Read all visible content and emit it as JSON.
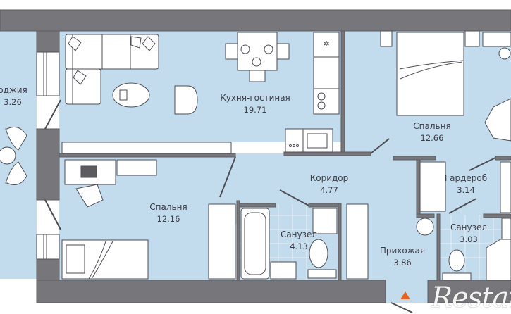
{
  "plan": {
    "colors": {
      "floor": "#c3dced",
      "wall": "#77777b",
      "furniture": "#ffffff",
      "outline": "#4d4d55",
      "text": "#3c3c46",
      "entry_marker": "#e8641e",
      "tile_line": "#e7f1f8"
    },
    "rooms": [
      {
        "id": "loggia",
        "name": "Лоджия",
        "visible_name": "оджия",
        "area": "3.26"
      },
      {
        "id": "kitchen-living",
        "name": "Кухня-гостиная",
        "area": "19.71"
      },
      {
        "id": "bedroom-1",
        "name": "Спальня",
        "area": "12.66"
      },
      {
        "id": "bedroom-2",
        "name": "Спальня",
        "area": "12.16"
      },
      {
        "id": "corridor",
        "name": "Коридор",
        "area": "4.77"
      },
      {
        "id": "wardrobe",
        "name": "Гардероб",
        "area": "3.14"
      },
      {
        "id": "bathroom-1",
        "name": "Санузел",
        "area": "4.13"
      },
      {
        "id": "hallway",
        "name": "Прихожая",
        "area": "3.86"
      },
      {
        "id": "bathroom-2",
        "name": "Санузел",
        "area": "3.03"
      }
    ],
    "entrance_icon": "entrance-triangle-icon",
    "watermark": "Restate"
  }
}
